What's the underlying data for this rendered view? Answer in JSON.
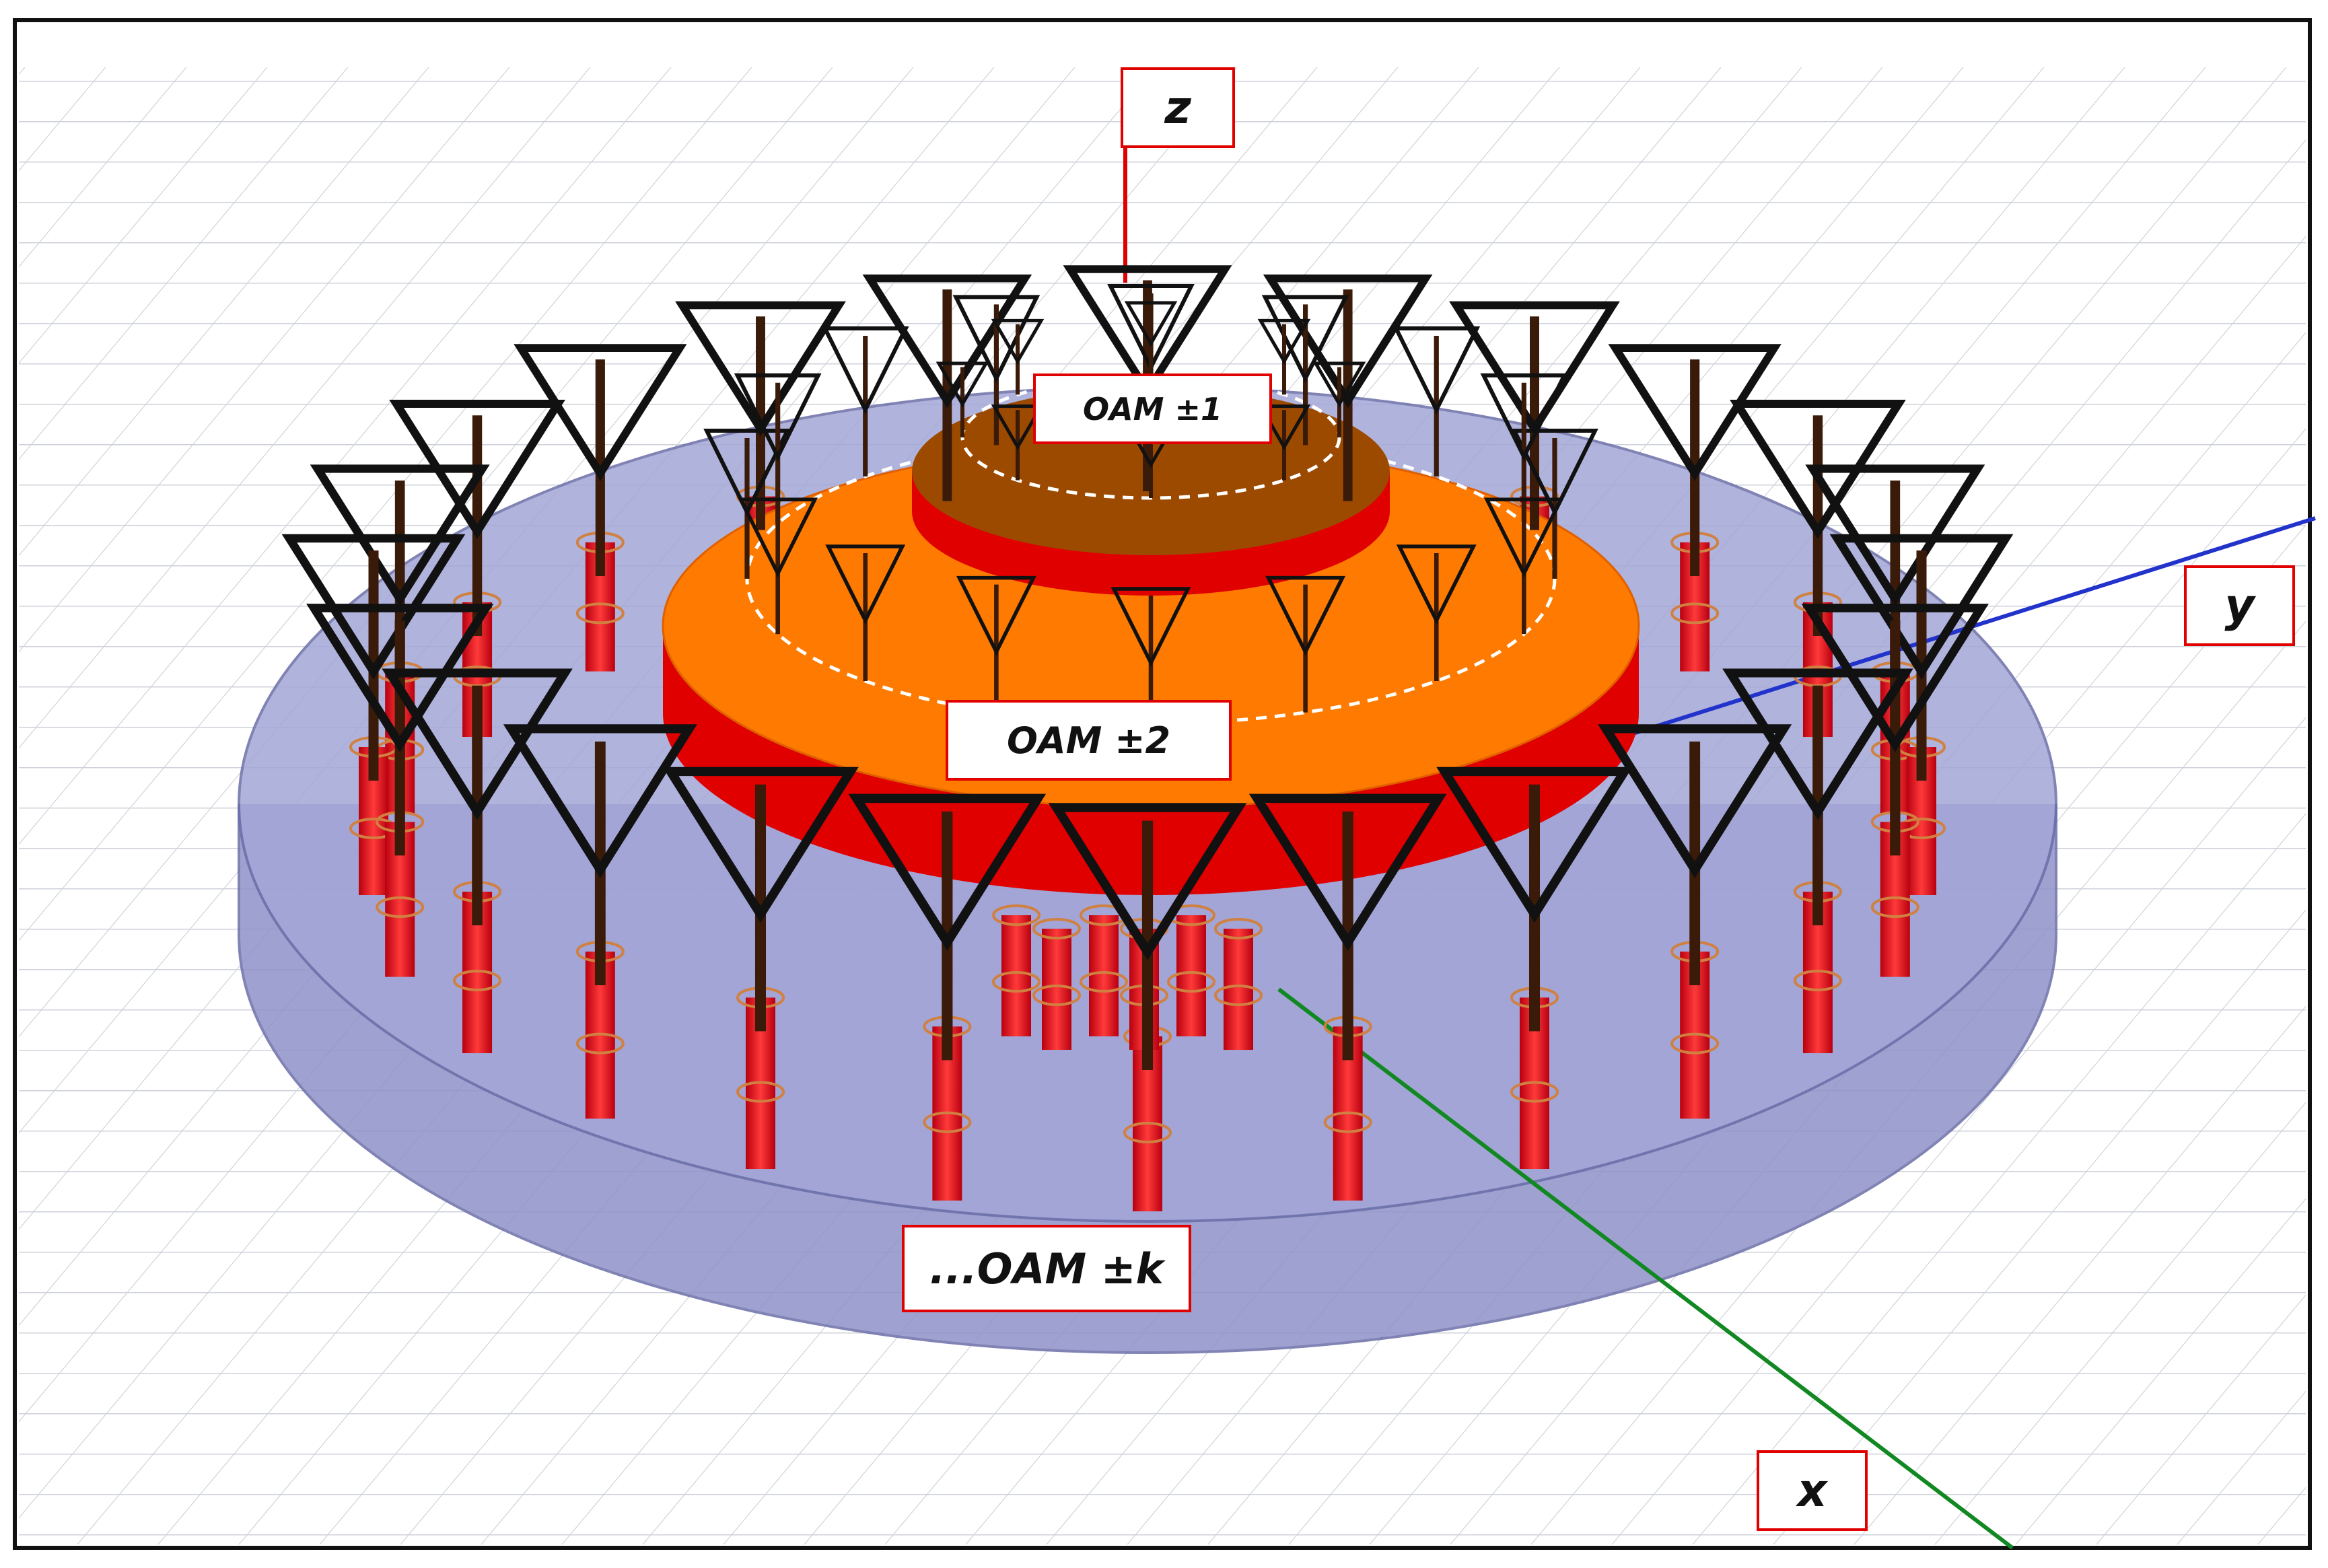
{
  "diagram": {
    "labels": {
      "axis_z": "z",
      "axis_y": "y",
      "axis_x": "x",
      "oam_1": "OAM  ±1",
      "oam_2": "OAM  ±2",
      "oam_k": "...OAM  ±k"
    },
    "colors": {
      "background": "#ffffff",
      "grid": "#c9ccd6",
      "base_disc": "#9a9cd0",
      "orange_layer": "#ff7a00",
      "red_layer": "#e00000",
      "brown_center": "#9c4a00",
      "axis_y": "#2233cc",
      "axis_x": "#118822",
      "axis_z": "#e00000",
      "antenna": "#111111",
      "feed_pins": "#e0202a"
    },
    "ring_counts": {
      "inner_ring": 8,
      "middle_ring": 16,
      "outer_ring": 24
    }
  }
}
